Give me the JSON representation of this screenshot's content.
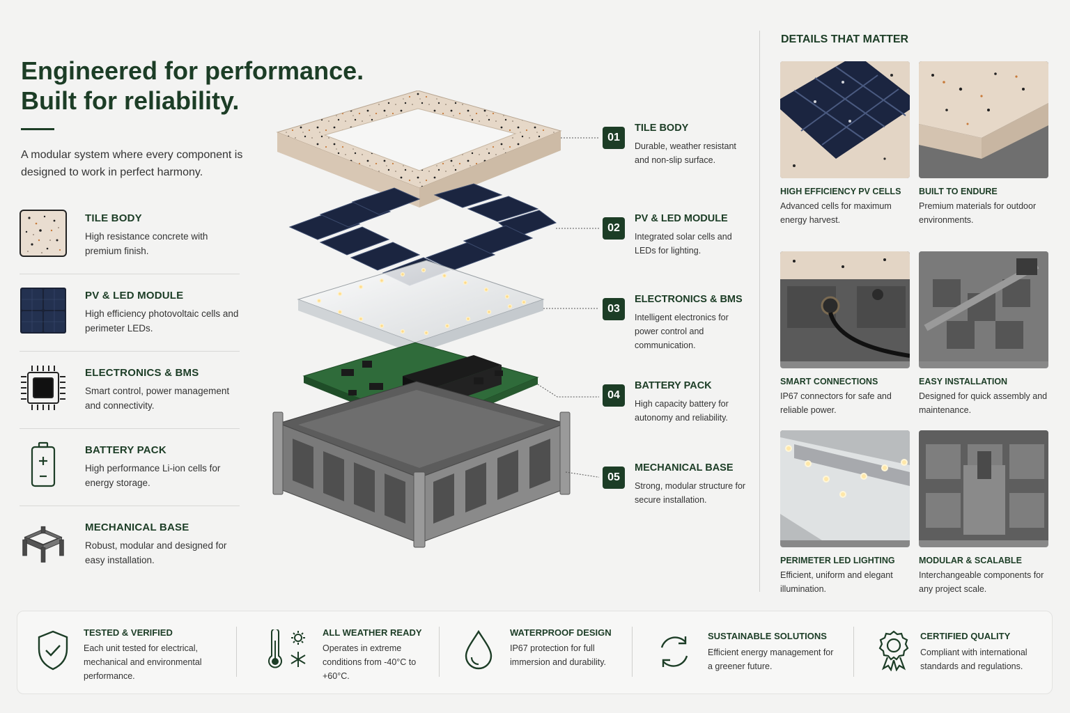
{
  "hero": {
    "title_line1": "Engineered for performance.",
    "title_line2": "Built for reliability.",
    "subtitle": "A modular system where every component is designed to work in perfect harmony."
  },
  "components": [
    {
      "icon": "tile-texture-icon",
      "title": "TILE BODY",
      "desc": "High resistance concrete with premium finish."
    },
    {
      "icon": "solar-panel-icon",
      "title": "PV & LED MODULE",
      "desc": "High efficiency photovoltaic cells and perimeter LEDs."
    },
    {
      "icon": "chip-icon",
      "title": "ELECTRONICS & BMS",
      "desc": "Smart control, power management and connectivity."
    },
    {
      "icon": "battery-icon",
      "title": "BATTERY PACK",
      "desc": "High performance Li-ion cells for energy storage."
    },
    {
      "icon": "base-frame-icon",
      "title": "MECHANICAL BASE",
      "desc": "Robust, modular and designed for easy installation."
    }
  ],
  "callouts": [
    {
      "num": "01",
      "title": "TILE BODY",
      "desc": "Durable, weather resistant and non-slip surface."
    },
    {
      "num": "02",
      "title": "PV & LED MODULE",
      "desc": "Integrated solar cells and LEDs for lighting."
    },
    {
      "num": "03",
      "title": "ELECTRONICS & BMS",
      "desc": "Intelligent electronics for power control and communication."
    },
    {
      "num": "04",
      "title": "BATTERY PACK",
      "desc": "High capacity battery for autonomy and reliability."
    },
    {
      "num": "05",
      "title": "MECHANICAL BASE",
      "desc": "Strong, modular structure for secure installation."
    }
  ],
  "details": {
    "heading": "DETAILS THAT MATTER",
    "cards": [
      {
        "title": "HIGH EFFICIENCY PV CELLS",
        "desc": "Advanced cells for maximum energy harvest."
      },
      {
        "title": "BUILT TO ENDURE",
        "desc": "Premium materials for outdoor environments."
      },
      {
        "title": "SMART CONNECTIONS",
        "desc": "IP67 connectors for safe and reliable power."
      },
      {
        "title": "EASY INSTALLATION",
        "desc": "Designed for quick assembly and maintenance."
      },
      {
        "title": "PERIMETER LED LIGHTING",
        "desc": "Efficient, uniform and elegant illumination."
      },
      {
        "title": "MODULAR & SCALABLE",
        "desc": "Interchangeable components for any project scale."
      }
    ]
  },
  "features": [
    {
      "icon": "shield-check-icon",
      "title": "TESTED & VERIFIED",
      "desc": "Each unit tested for electrical, mechanical and environmental performance."
    },
    {
      "icon": "thermometer-weather-icon",
      "title": "ALL WEATHER READY",
      "desc": "Operates in extreme conditions from -40°C to +60°C."
    },
    {
      "icon": "water-drop-icon",
      "title": "WATERPROOF DESIGN",
      "desc": "IP67 protection for full immersion and durability."
    },
    {
      "icon": "recycle-arrows-icon",
      "title": "SUSTAINABLE SOLUTIONS",
      "desc": "Efficient energy management for a greener future."
    },
    {
      "icon": "award-rosette-icon",
      "title": "CERTIFIED QUALITY",
      "desc": "Compliant with international standards and regulations."
    }
  ],
  "colors": {
    "brand_green": "#1c3d26",
    "background": "#f3f3f2"
  }
}
